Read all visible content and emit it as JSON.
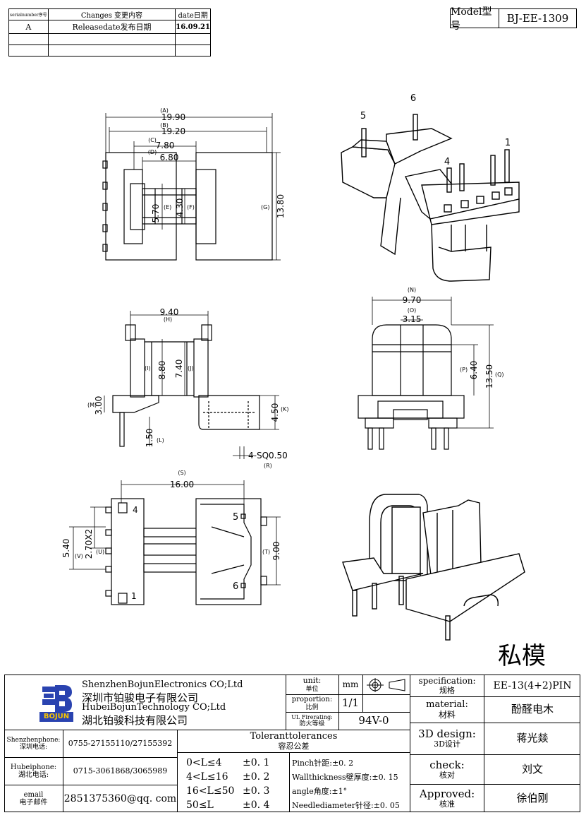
{
  "revision_table": {
    "headers": {
      "serial": "serialnumber序号",
      "changes": "Changes 变更内容",
      "date": "date日期"
    },
    "rows": [
      {
        "serial": "A",
        "changes": "Releasedate发布日期",
        "date": "16.09.21"
      }
    ]
  },
  "model": {
    "label": "Model型号",
    "value": "BJ-EE-1309"
  },
  "drawing": {
    "dims": {
      "A_label": "(A)",
      "A": "19.90",
      "B_label": "(B)",
      "B": "19.20",
      "C_label": "(C)",
      "C": "7.80",
      "D_label": "(D)",
      "D": "6.80",
      "E_label": "(E)",
      "E": "5.70",
      "F_label": "(F)",
      "F": "4.30",
      "G_label": "(G)",
      "G": "13.80",
      "H_label": "(H)",
      "H": "9.40",
      "I_label": "(I)",
      "I": "8.80",
      "J_label": "(J)",
      "J": "7.40",
      "K_label": "(K)",
      "K": "4.50",
      "L_label": "(L)",
      "L": "1.50",
      "M_label": "(M)",
      "M": "3.00",
      "R_label": "(R)",
      "R": "4-SQ0.50",
      "N_label": "(N)",
      "N": "9.70",
      "O_label": "(O)",
      "O": "3.15",
      "P_label": "(P)",
      "P": "6.40",
      "Q_label": "(Q)",
      "Q": "13.50",
      "S_label": "(S)",
      "S": "16.00",
      "U_label": "(U)",
      "U": "2.70X2",
      "V_label": "(V)",
      "V": "5.40",
      "T_label": "(T)",
      "T": "9.00"
    },
    "pins_iso": [
      "5",
      "6",
      "1",
      "4"
    ],
    "pins_bottom": [
      "4",
      "1",
      "5",
      "6"
    ],
    "private_mold": "私模"
  },
  "title_block": {
    "company_en_1": "ShenzhenBojunElectronics CO;Ltd",
    "company_cn_1": "深圳市铂骏电子有限公司",
    "company_en_2": "HubeiBojunTechnology CO;Ltd",
    "company_cn_2": "湖北铂骏科技有限公司",
    "logo_text": "BOJUN",
    "unit_label_en": "unit:",
    "unit_label_cn": "单位",
    "unit_value": "mm",
    "proportion_label_en": "proportion:",
    "proportion_label_cn": "比例",
    "proportion_value": "1/1",
    "ul_label_en": "UL Firerating:",
    "ul_label_cn": "防火等级",
    "ul_value": "94V-0",
    "spec_label_en": "specification:",
    "spec_label_cn": "规格",
    "spec_value": "EE-13(4+2)PIN",
    "material_label_en": "material:",
    "material_label_cn": "材料",
    "material_value": "酚醛电木",
    "design_label_en": "3D design:",
    "design_label_cn": "3D设计",
    "design_value": "蒋光燚",
    "check_label_en": "check:",
    "check_label_cn": "核对",
    "check_value": "刘文",
    "approved_label_en": "Approved:",
    "approved_label_cn": "核准",
    "approved_value": "徐伯刚",
    "sz_phone_label_en": "Shenzhenphone:",
    "sz_phone_label_cn": "深圳电话:",
    "sz_phone": "0755-27155110/27155392",
    "hb_phone_label_en": "Hubeiphone:",
    "hb_phone_label_cn": "湖北电话:",
    "hb_phone": "0715-3061868/3065989",
    "email_label_en": "email",
    "email_label_cn": "电子邮件",
    "email": "2851375360@qq. com",
    "tolerance_title_en": "Toleranttolerances",
    "tolerance_title_cn": "容忍公差",
    "tolerances": [
      {
        "range": "0<L≤4",
        "value": "±0. 1"
      },
      {
        "range": "4<L≤16",
        "value": "±0. 2"
      },
      {
        "range": "16<L≤50",
        "value": "±0. 3"
      },
      {
        "range": "50≤L",
        "value": "±0. 4"
      }
    ],
    "tol_notes": [
      "Pinch针距:±0. 2",
      "Wallthickness壁厚度:±0. 15",
      "angle角度:±1°",
      "Needlediameter针径:±0. 05"
    ]
  }
}
